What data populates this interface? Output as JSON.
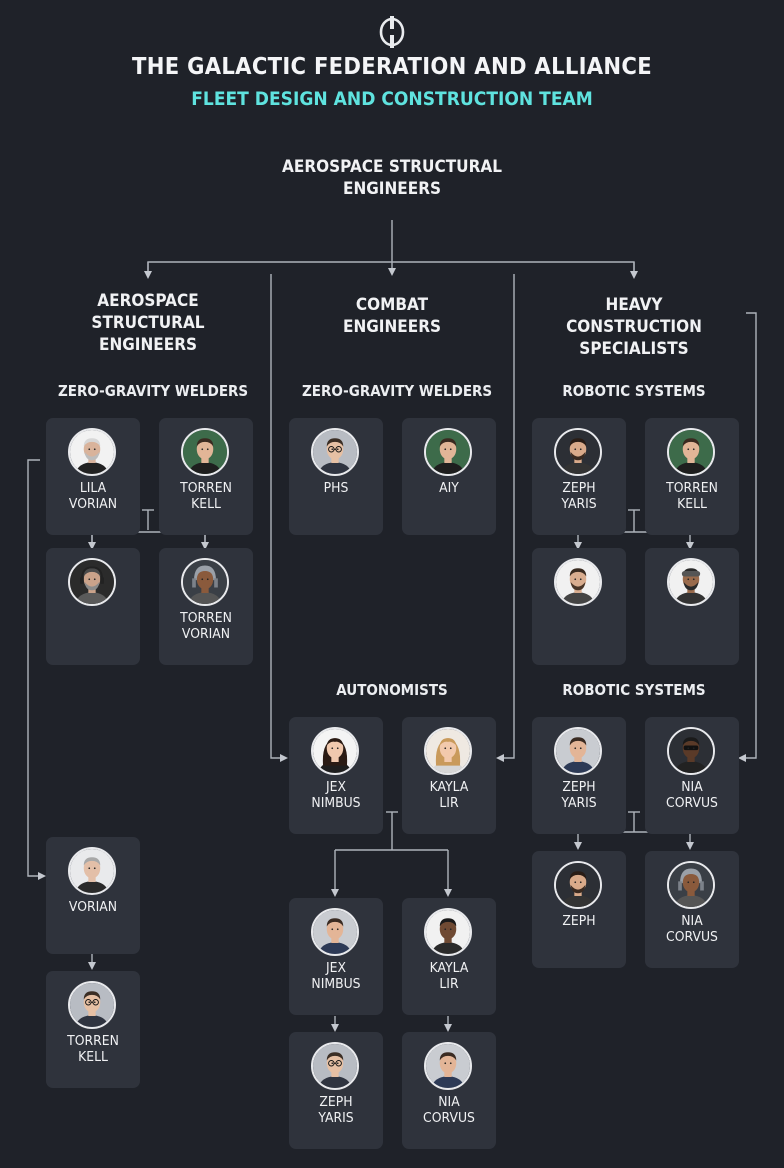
{
  "header": {
    "logo_icon": "federation-emblem-icon",
    "title": "THE GALACTIC FEDERATION AND ALLIANCE",
    "subtitle": "FLEET DESIGN AND CONSTRUCTION TEAM",
    "accent_color": "#5fe3df"
  },
  "root": {
    "label": "AEROSPACE STRUCTURAL\nENGINEERS"
  },
  "columns": [
    {
      "label": "AEROSPACE\nSTRUCTURAL\nENGINEERS"
    },
    {
      "label": "COMBAT\nENGINEERS"
    },
    {
      "label": "HEAVY CONSTRUCTION\nSPECIALISTS"
    }
  ],
  "groups": [
    {
      "label": "ZERO-GRAVITY WELDERS"
    },
    {
      "label": "ZERO-GRAVITY WELDERS"
    },
    {
      "label": "ROBOTIC SYSTEMS"
    },
    {
      "label": "AUTONOMISTS"
    },
    {
      "label": "ROBOTIC SYSTEMS"
    }
  ],
  "members": [
    {
      "name": "LILA\nVORIAN",
      "avatar": "person-bald-beard-avatar"
    },
    {
      "name": "TORREN\nKELL",
      "avatar": "person-young-man-avatar"
    },
    {
      "name": "",
      "avatar": "person-headset-avatar"
    },
    {
      "name": "TORREN\nVORIAN",
      "avatar": "person-helmet-avatar"
    },
    {
      "name": "VORIAN",
      "avatar": "person-older-man-avatar"
    },
    {
      "name": "TORREN\nKELL",
      "avatar": "person-glasses-avatar"
    },
    {
      "name": "PHS",
      "avatar": "person-glasses-avatar"
    },
    {
      "name": "AIY",
      "avatar": "person-young-man-avatar"
    },
    {
      "name": "JEX\nNIMBUS",
      "avatar": "person-woman-dark-hair-avatar"
    },
    {
      "name": "KAYLA\nLIR",
      "avatar": "person-woman-blonde-avatar"
    },
    {
      "name": "JEX\nNIMBUS",
      "avatar": "person-man-avatar"
    },
    {
      "name": "KAYLA\nLIR",
      "avatar": "person-man-dark-avatar"
    },
    {
      "name": "ZEPH\nYARIS",
      "avatar": "person-glasses-avatar"
    },
    {
      "name": "NIA\nCORVUS",
      "avatar": "person-man-avatar"
    },
    {
      "name": "ZEPH\nYARIS",
      "avatar": "person-bearded-avatar"
    },
    {
      "name": "TORREN\nKELL",
      "avatar": "person-young-man-avatar"
    },
    {
      "name": "",
      "avatar": "person-curly-hair-avatar"
    },
    {
      "name": "",
      "avatar": "person-goggles-avatar"
    },
    {
      "name": "ZEPH\nYARIS",
      "avatar": "person-man-avatar"
    },
    {
      "name": "NIA\nCORVUS",
      "avatar": "person-sunglasses-avatar"
    },
    {
      "name": "ZEPH",
      "avatar": "person-bearded-avatar"
    },
    {
      "name": "NIA\nCORVUS",
      "avatar": "person-helmet-avatar"
    }
  ]
}
